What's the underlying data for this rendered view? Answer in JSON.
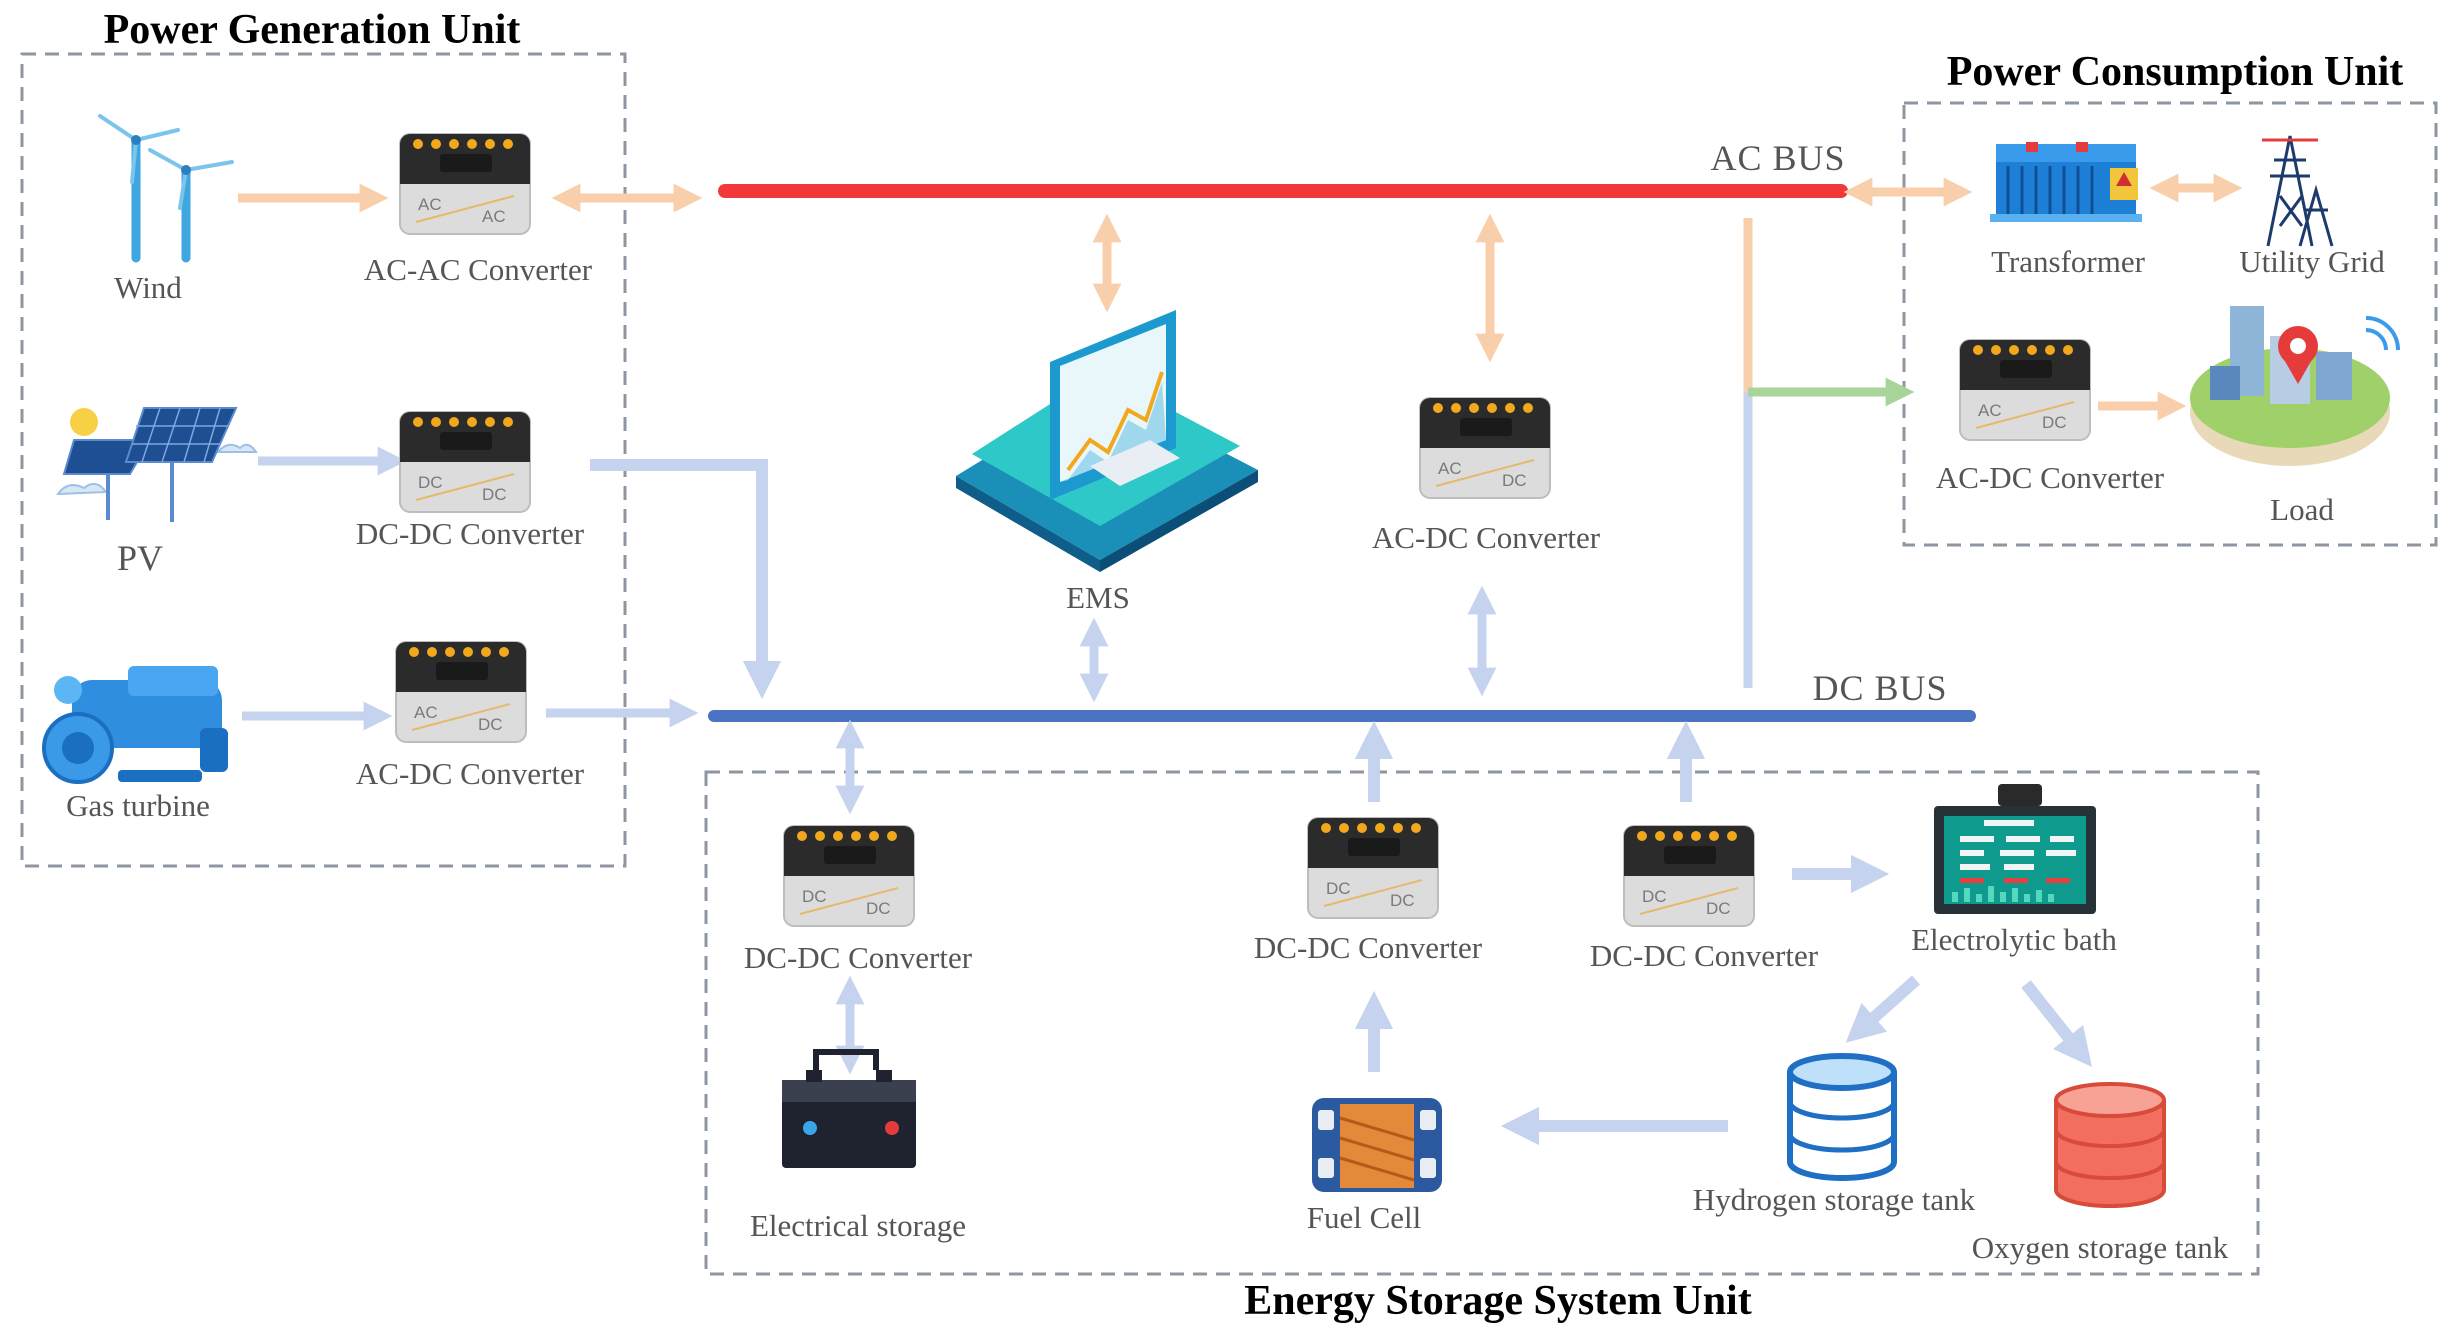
{
  "colors": {
    "ac_bus": "#f2393a",
    "dc_bus": "#4a73c4",
    "ac_flow": "#f8cfaa",
    "dc_flow": "#c5d3ee",
    "ac_load_flow": "#a8d49a",
    "converter_dot": "#f2a81d"
  },
  "units": {
    "generation": "Power Generation Unit",
    "consumption": "Power Consumption Unit",
    "storage": "Energy Storage System Unit"
  },
  "buses": {
    "ac": "AC  BUS",
    "dc": "DC  BUS"
  },
  "ems": "EMS",
  "generation": {
    "wind": "Wind",
    "pv": "PV",
    "gas": "Gas turbine",
    "wind_conv": "AC-AC Converter",
    "pv_conv": "DC-DC Converter",
    "gas_conv": "AC-DC Converter"
  },
  "middle_conv": "AC-DC Converter",
  "consumption": {
    "transformer": "Transformer",
    "grid": "Utility  Grid",
    "load_conv": "AC-DC Converter",
    "load": "Load"
  },
  "storage": {
    "elec_conv": "DC-DC Converter",
    "elec": "Electrical storage",
    "fc_conv": "DC-DC Converter",
    "fc": "Fuel Cell",
    "ely_conv": "DC-DC Converter",
    "ely": "Electrolytic bath",
    "h2": "Hydrogen storage tank",
    "o2": "Oxygen storage tank"
  },
  "conv_marks": {
    "ac": "AC",
    "dc": "DC"
  },
  "icons": [
    "wind-turbine-icon",
    "solar-panel-icon",
    "gas-turbine-icon",
    "monitor-icon",
    "transformer-icon",
    "power-tower-icon",
    "city-icon",
    "battery-icon",
    "fuel-cell-icon",
    "electrolyzer-icon",
    "tank-icon"
  ]
}
